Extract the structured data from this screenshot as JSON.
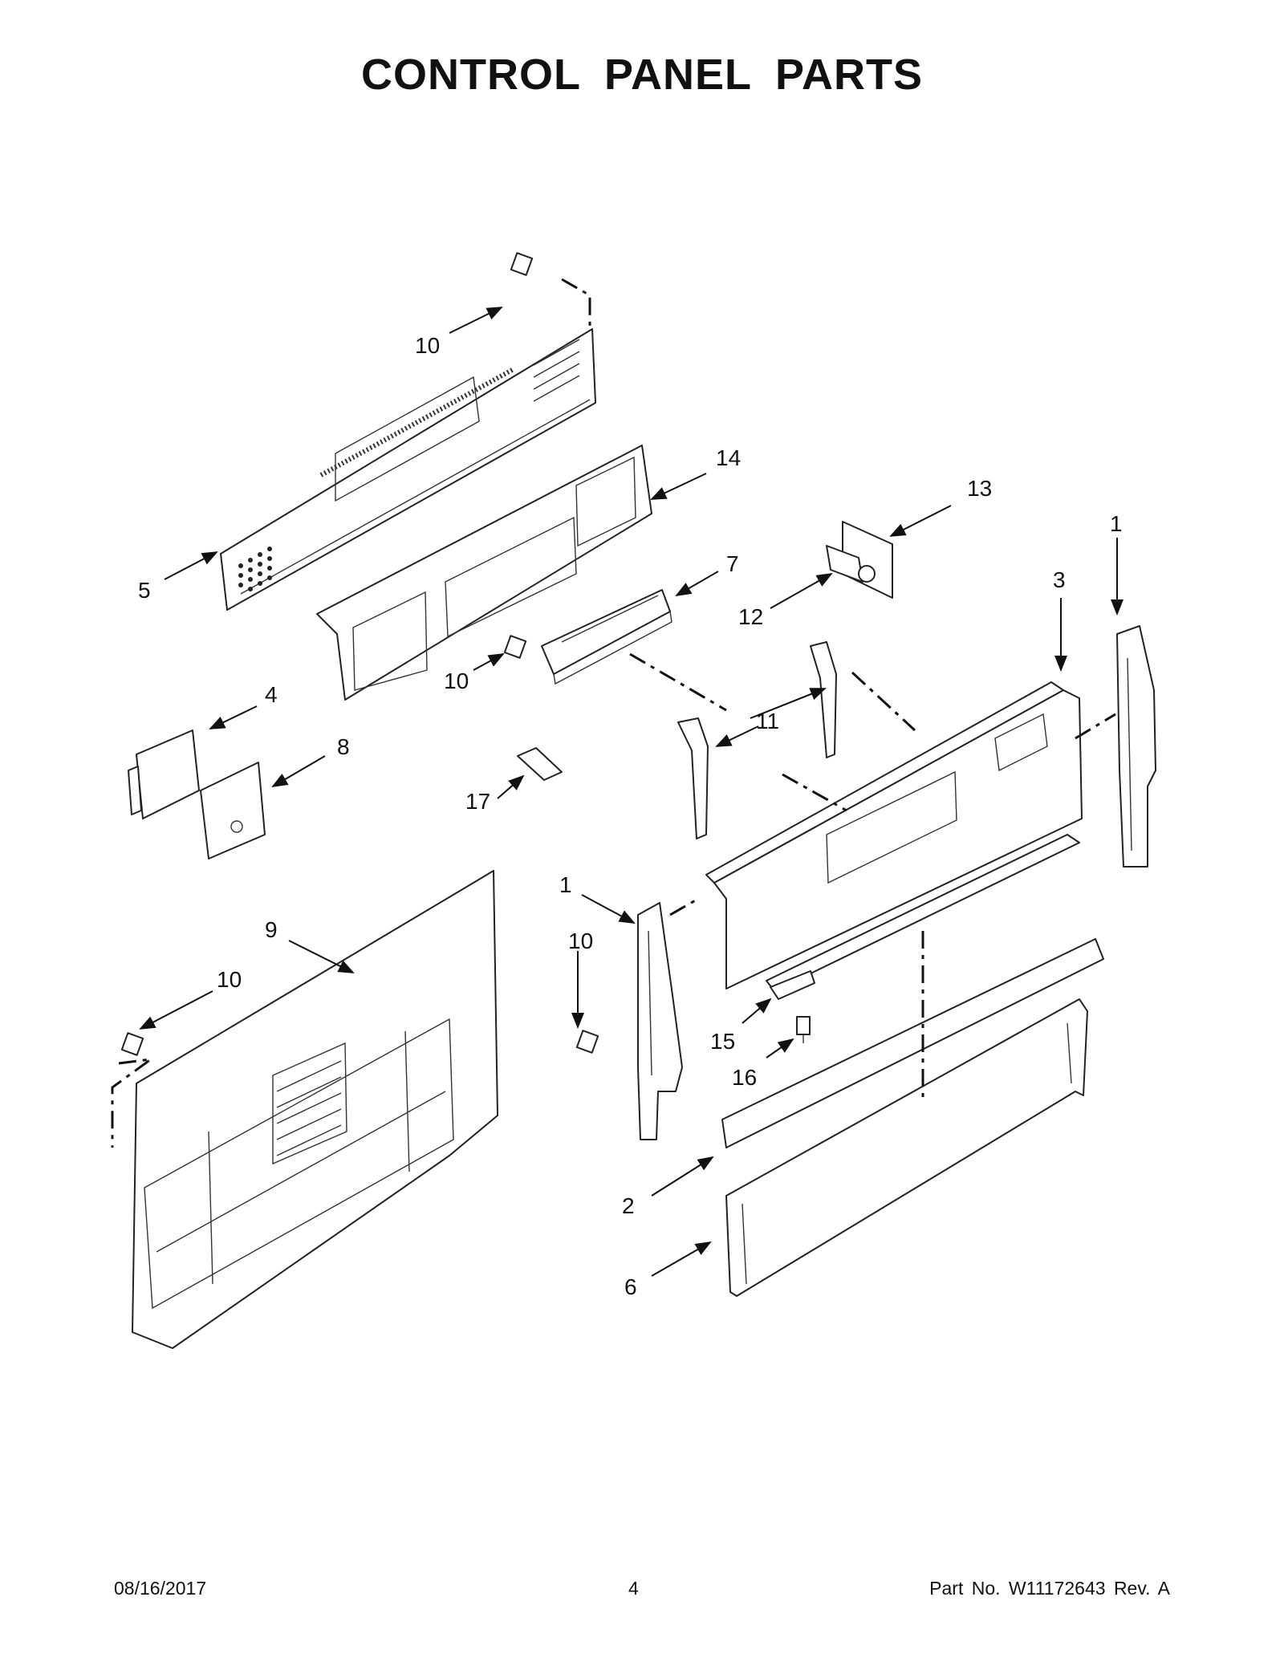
{
  "title": "CONTROL PANEL PARTS",
  "callouts": {
    "c10a": "10",
    "c14": "14",
    "c13": "13",
    "c1a": "1",
    "c5": "5",
    "c7": "7",
    "c12": "12",
    "c3": "3",
    "c10b": "10",
    "c4": "4",
    "c11": "11",
    "c8": "8",
    "c17": "17",
    "c1b": "1",
    "c10c": "10",
    "c9": "9",
    "c10d": "10",
    "c15": "15",
    "c16": "16",
    "c2": "2",
    "c6": "6"
  },
  "footer": {
    "date": "08/16/2017",
    "page": "4",
    "part_no": "Part No.  W11172643   Rev.  A"
  }
}
